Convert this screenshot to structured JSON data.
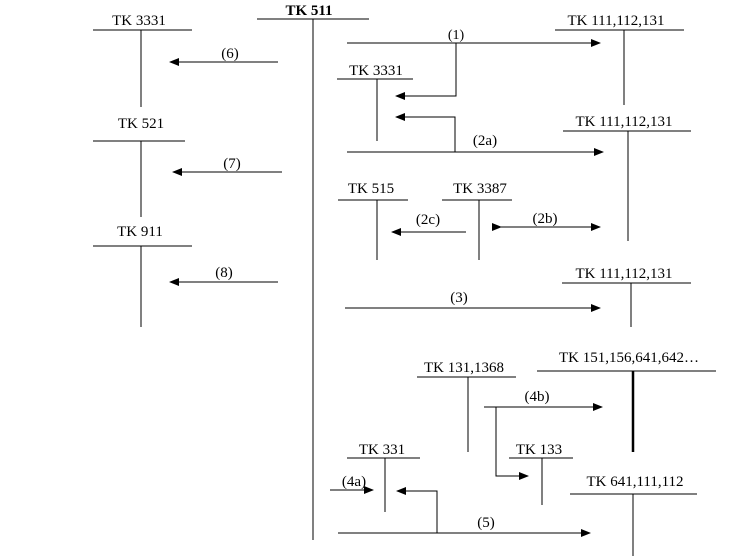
{
  "accounts": {
    "center": "TK 511",
    "tk3331_left": "TK 3331",
    "tk521": "TK 521",
    "tk911": "TK 911",
    "tk111_1": "TK 111,112,131",
    "tk3331_right": "TK 3331",
    "tk111_2": "TK 111,112,131",
    "tk515": "TK 515",
    "tk3387": "TK 3387",
    "tk111_3": "TK 111,112,131",
    "tk131_1368": "TK 131,1368",
    "tk151": "TK 151,156,641,642…",
    "tk331": "TK 331",
    "tk133": "TK 133",
    "tk641": "TK 641,111,112"
  },
  "arrows": {
    "a1": "(1)",
    "a2a": "(2a)",
    "a2b": "(2b)",
    "a2c": "(2c)",
    "a3": "(3)",
    "a4a": "(4a)",
    "a4b": "(4b)",
    "a5": "(5)",
    "a6": "(6)",
    "a7": "(7)",
    "a8": "(8)"
  }
}
